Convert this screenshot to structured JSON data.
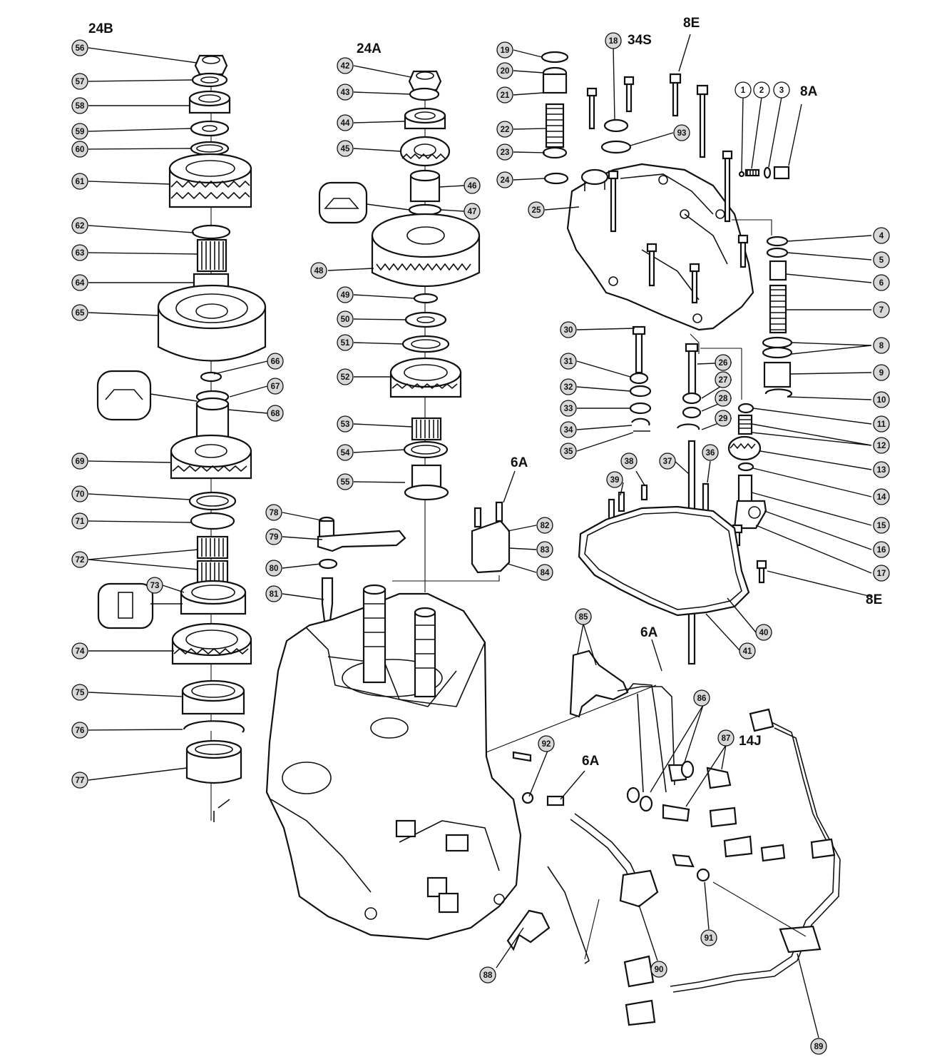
{
  "group_labels": {
    "g_24b": "24B",
    "g_24a": "24A",
    "g_34s": "34S",
    "g_8e_top": "8E",
    "g_8a": "8A",
    "g_6a_bracket": "6A",
    "g_6a_pipe": "6A",
    "g_6a_hose": "6A",
    "g_14j": "14J",
    "g_8e_right": "8E"
  },
  "callouts": {
    "c1": "1",
    "c2": "2",
    "c3": "3",
    "c4": "4",
    "c5": "5",
    "c6": "6",
    "c7": "7",
    "c8": "8",
    "c9": "9",
    "c10": "10",
    "c11": "11",
    "c12": "12",
    "c13": "13",
    "c14": "14",
    "c15": "15",
    "c16": "16",
    "c17": "17",
    "c18": "18",
    "c19": "19",
    "c20": "20",
    "c21": "21",
    "c22": "22",
    "c23": "23",
    "c24": "24",
    "c25": "25",
    "c26": "26",
    "c27": "27",
    "c28": "28",
    "c29": "29",
    "c30": "30",
    "c31": "31",
    "c32": "32",
    "c33": "33",
    "c34": "34",
    "c35": "35",
    "c36": "36",
    "c37": "37",
    "c38": "38",
    "c39": "39",
    "c40": "40",
    "c41": "41",
    "c42": "42",
    "c43": "43",
    "c44": "44",
    "c45": "45",
    "c46": "46",
    "c47": "47",
    "c48": "48",
    "c49": "49",
    "c50": "50",
    "c51": "51",
    "c52": "52",
    "c53": "53",
    "c54": "54",
    "c55": "55",
    "c56": "56",
    "c57": "57",
    "c58": "58",
    "c59": "59",
    "c60": "60",
    "c61": "61",
    "c62": "62",
    "c63": "63",
    "c64": "64",
    "c65": "65",
    "c66": "66",
    "c67": "67",
    "c68": "68",
    "c69": "69",
    "c70": "70",
    "c71": "71",
    "c72": "72",
    "c73": "73",
    "c74": "74",
    "c75": "75",
    "c76": "76",
    "c77": "77",
    "c78": "78",
    "c79": "79",
    "c80": "80",
    "c81": "81",
    "c82": "82",
    "c83": "83",
    "c84": "84",
    "c85": "85",
    "c86": "86",
    "c87": "87",
    "c88": "88",
    "c89": "89",
    "c90": "90",
    "c91": "91",
    "c92": "92",
    "c93": "93"
  }
}
